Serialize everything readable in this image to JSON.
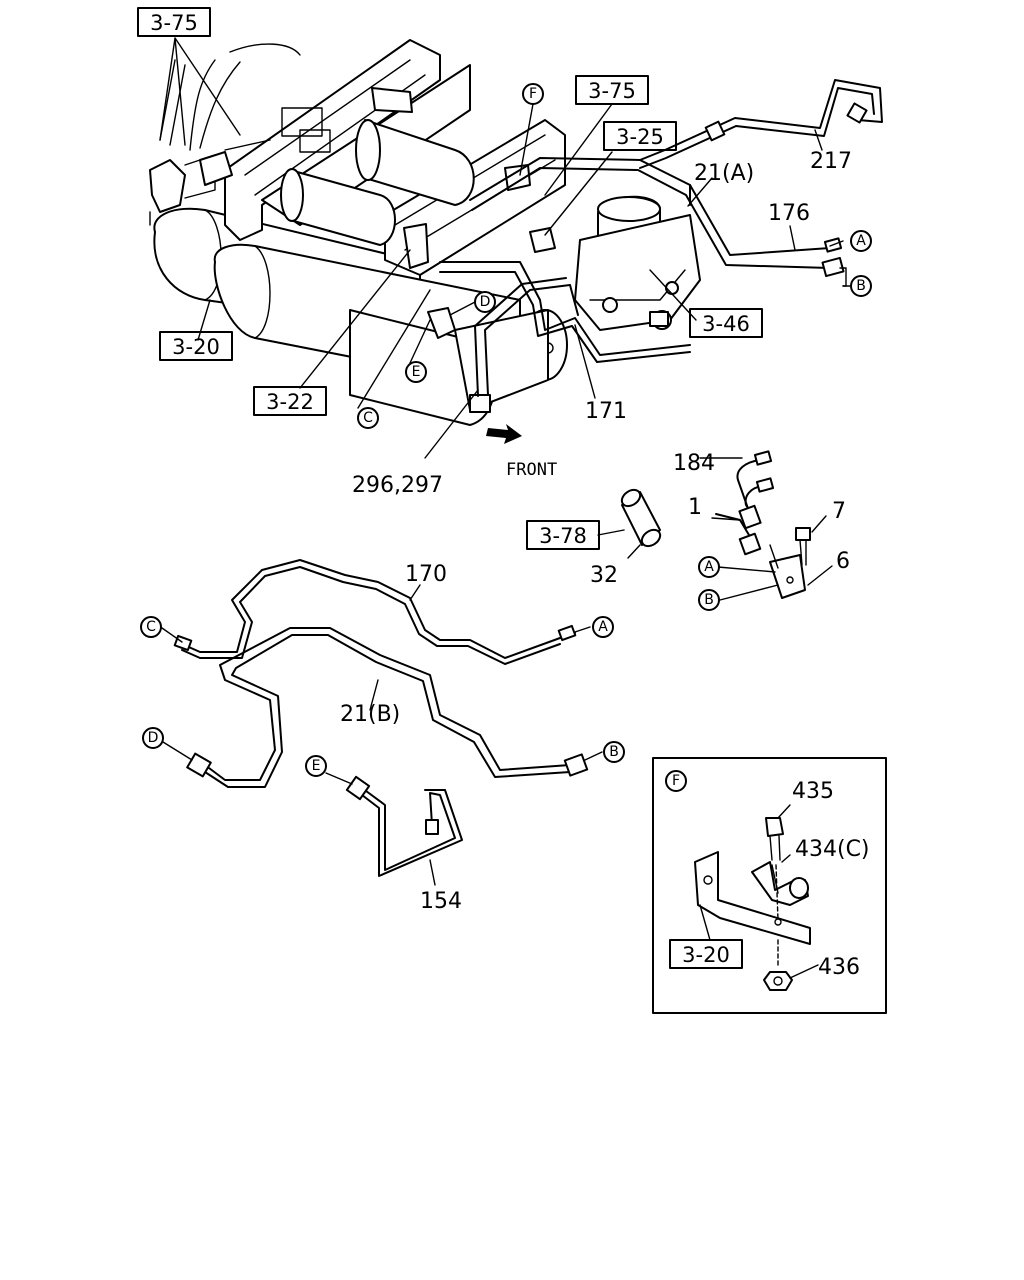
{
  "refs": {
    "r1": "3-75",
    "r2": "3-75",
    "r3": "3-25",
    "r4": "3-46",
    "r5": "3-20",
    "r6": "3-22",
    "r7": "3-78",
    "r8": "3-20"
  },
  "parts": {
    "p217": "217",
    "p21a": "21(A)",
    "p176": "176",
    "p171": "171",
    "p296": "296,297",
    "p184": "184",
    "p1": "1",
    "p7": "7",
    "p6": "6",
    "p32": "32",
    "p170": "170",
    "p21b": "21(B)",
    "p154": "154",
    "p435": "435",
    "p434": "434(C)",
    "p436": "436"
  },
  "front_label": "FRONT",
  "markers": {
    "F1": "F",
    "A1": "A",
    "B1": "B",
    "D1": "D",
    "E1": "E",
    "C1": "C",
    "A2": "A",
    "B2": "B",
    "C2": "C",
    "A3": "A",
    "D2": "D",
    "B3": "B",
    "E2": "E",
    "F2": "F"
  }
}
